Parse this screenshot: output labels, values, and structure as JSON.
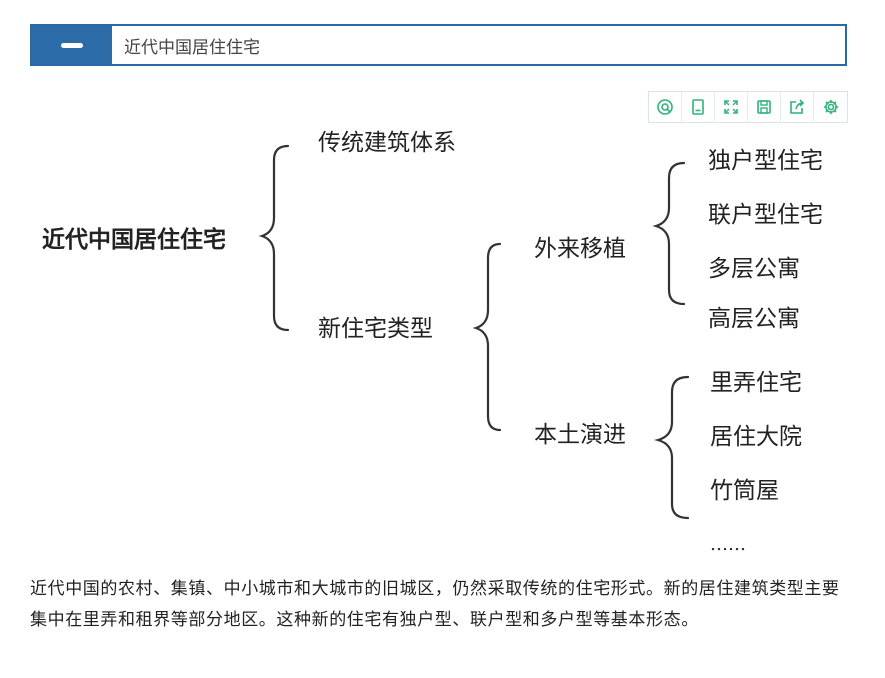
{
  "header": {
    "title": "近代中国居住住宅"
  },
  "toolbar": {
    "items": [
      {
        "icon": "search-icon"
      },
      {
        "icon": "book-icon"
      },
      {
        "icon": "expand-icon"
      },
      {
        "icon": "save-icon"
      },
      {
        "icon": "share-icon"
      },
      {
        "icon": "gear-icon"
      }
    ],
    "accent": "#2fb37a"
  },
  "diagram": {
    "root": "近代中国居住住宅",
    "branch_traditional": "传统建筑体系",
    "branch_new": "新住宅类型",
    "sub_foreign": "外来移植",
    "sub_local": "本土演进",
    "foreign_items": [
      "独户型住宅",
      "联户型住宅",
      "多层公寓",
      "高层公寓"
    ],
    "local_items": [
      "里弄住宅",
      "居住大院",
      "竹筒屋",
      "……"
    ]
  },
  "caption": "近代中国的农村、集镇、中小城市和大城市的旧城区，仍然采取传统的住宅形式。新的居住建筑类型主要集中在里弄和租界等部分地区。这种新的住宅有独户型、联户型和多户型等基本形态。",
  "colors": {
    "header_blue": "#2b6ca8",
    "header_border": "#2a6aa4"
  }
}
